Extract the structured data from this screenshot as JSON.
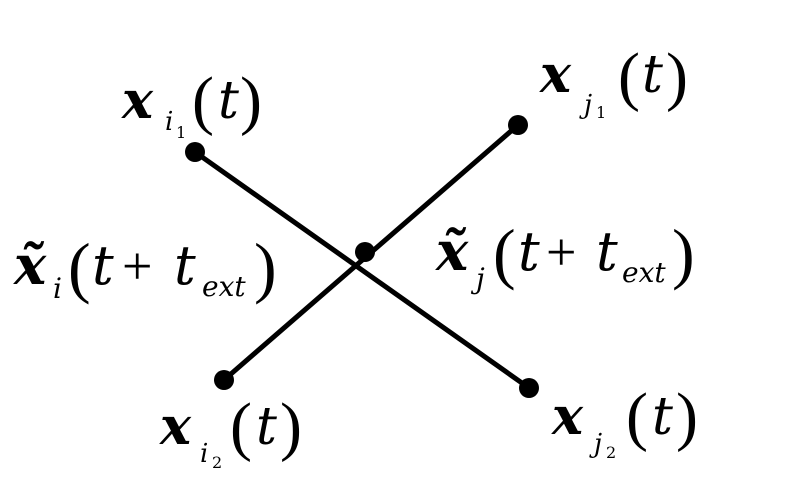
{
  "nodes": {
    "i1": {
      "var": "x",
      "sub": "i",
      "subsub": "1",
      "arg": "t"
    },
    "j1": {
      "var": "x",
      "sub": "j",
      "subsub": "1",
      "arg": "t"
    },
    "i2": {
      "var": "x",
      "sub": "i",
      "subsub": "2",
      "arg": "t"
    },
    "j2": {
      "var": "x",
      "sub": "j",
      "subsub": "2",
      "arg": "t"
    }
  },
  "crossing": {
    "left": {
      "var": "x̃",
      "sub": "i",
      "arg_t": "t",
      "plus": "+",
      "arg_text": "t",
      "arg_sub": "ext"
    },
    "right": {
      "var": "x̃",
      "sub": "j",
      "arg_t": "t",
      "plus": "+",
      "arg_text": "t",
      "arg_sub": "ext"
    }
  },
  "colors": {
    "ink": "#000000",
    "background": "#ffffff"
  }
}
